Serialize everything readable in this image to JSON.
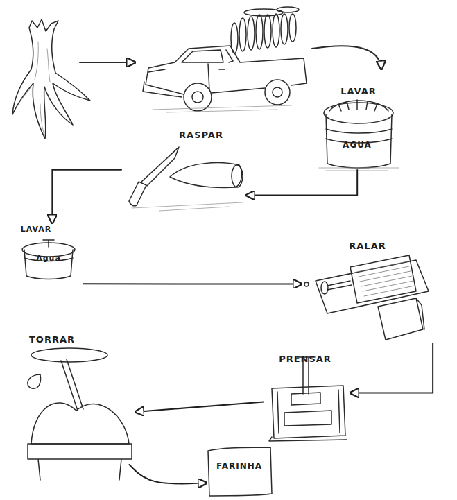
{
  "diagram": {
    "nodes": [
      {
        "text": [
          "LAVAR",
          "AGUA"
        ]
      },
      {
        "text": [
          "RASPAR"
        ]
      },
      {
        "text": [
          "LAVAR",
          "Agua"
        ]
      },
      {
        "text": [
          "RALAR"
        ]
      },
      {
        "text": [
          "PRENSAR"
        ]
      },
      {
        "text": [
          "TORRAR"
        ]
      },
      {
        "text": [
          "FARINHA"
        ]
      }
    ],
    "edges": [
      {
        "from": 0,
        "to": 1,
        "arrow": "to"
      },
      {
        "from": 1,
        "to": 2,
        "arrow": "to"
      },
      {
        "from": 2,
        "to": 3,
        "arrow": "to"
      },
      {
        "from": 3,
        "to": 4,
        "arrow": "to"
      },
      {
        "from": 4,
        "to": 5,
        "arrow": "to"
      },
      {
        "from": 5,
        "to": 6,
        "arrow": "to"
      }
    ]
  }
}
